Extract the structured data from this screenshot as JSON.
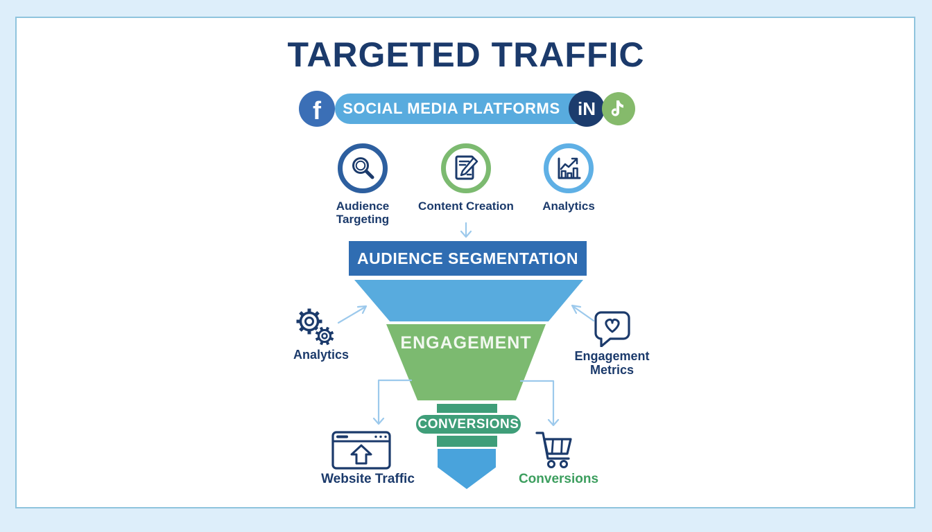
{
  "title": "TARGETED TRAFFIC",
  "banner": {
    "label": "SOCIAL MEDIA PLATFORMS",
    "facebook": "f",
    "linkedin": "iN"
  },
  "process": {
    "items": [
      {
        "label": "Audience Targeting",
        "icon": "magnifier-icon"
      },
      {
        "label": "Content Creation",
        "icon": "document-pencil-icon"
      },
      {
        "label": "Analytics",
        "icon": "bar-chart-icon"
      }
    ]
  },
  "funnel": {
    "stage1": "AUDIENCE SEGMENTATION",
    "stage2": "ENGAGEMENT",
    "stage3": "CONVERSIONS"
  },
  "annotations": {
    "left": "Analytics",
    "right": "Engagement Metrics"
  },
  "outcomes": {
    "left": "Website Traffic",
    "right": "Conversions"
  },
  "colors": {
    "navy": "#1b3a6b",
    "bar_blue": "#2f6db2",
    "light_blue": "#58abde",
    "green": "#7cba70",
    "teal_green": "#3f9e79",
    "pentagon_blue": "#49a3dc",
    "arrow_blue": "#9cc9ec",
    "facebook_blue": "#3b6fb6",
    "linkedin_navy": "#1c3c6d",
    "tiktok_green": "#85ba6b",
    "conversions_label_green": "#3c9e5e",
    "background": "#ddeefa",
    "card_border": "#8fc4dd"
  }
}
